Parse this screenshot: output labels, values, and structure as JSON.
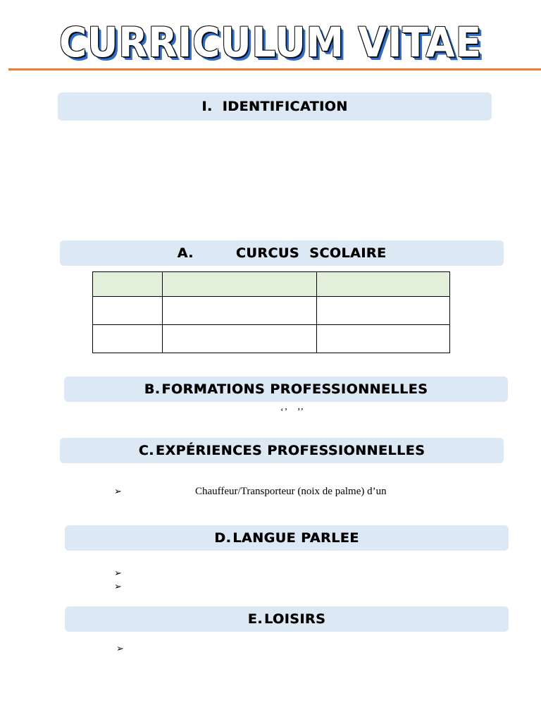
{
  "document": {
    "title": "CURRICULUM VITAE"
  },
  "sections": {
    "identification": {
      "number": "I.",
      "label": "IDENTIFICATION"
    },
    "cursus": {
      "number": "A.",
      "label": "CURCUS  SCOLAIRE"
    },
    "formations": {
      "number": "B.",
      "label": "FORMATIONS PROFESSIONNELLES"
    },
    "experiences": {
      "number": "C.",
      "label": "EXPÉRIENCES PROFESSIONNELLES"
    },
    "langue": {
      "number": "D.",
      "label": "LANGUE PARLEE"
    },
    "loisirs": {
      "number": "E.",
      "label": "LOISIRS"
    }
  },
  "cursus_table": {
    "header": [
      "",
      "",
      ""
    ],
    "rows": [
      [
        "",
        "",
        ""
      ],
      [
        "",
        "",
        ""
      ]
    ]
  },
  "formations_text": "‘’   ’’",
  "experiences_items": [
    {
      "bullet": "➢",
      "text": "Chauffeur/Transporteur (noix de palme) d’un"
    }
  ],
  "langue_items": [
    {
      "bullet": "➢",
      "text": ""
    },
    {
      "bullet": "➢",
      "text": ""
    }
  ],
  "loisirs_items": [
    {
      "bullet": "➢",
      "text": ""
    }
  ],
  "colors": {
    "section_band": "#dde8f5",
    "table_header": "#e2efda",
    "title_rule": "#ed7d31",
    "title_shadow": "#2f6fd0"
  }
}
